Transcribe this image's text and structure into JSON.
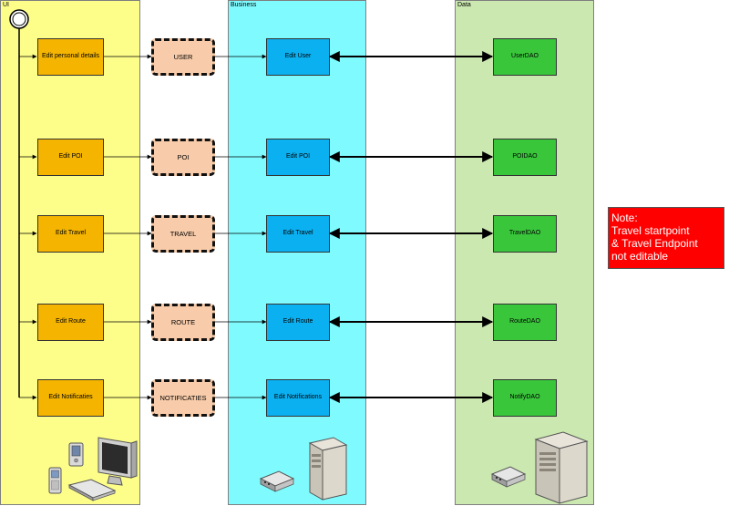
{
  "lanes": {
    "ui": "UI",
    "business": "Business",
    "data": "Data"
  },
  "ui_actions": [
    "Edit personal details",
    "Edit POI",
    "Edit Travel",
    "Edit Route",
    "Edit Notificaties"
  ],
  "entities": [
    "USER",
    "POI",
    "TRAVEL",
    "ROUTE",
    "NOTIFICATIES"
  ],
  "business_services": [
    "Edit User",
    "Edit POI",
    "Edit Travel",
    "Edit Route",
    "Edit Notifications"
  ],
  "daos": [
    "UserDAO",
    "POIDAO",
    "TravelDAO",
    "RouteDAO",
    "NotifyDAO"
  ],
  "note": {
    "line1": "Note:",
    "line2": "Travel startpoint",
    "line3": "& Travel Endpoint",
    "line4": "not editable"
  },
  "clipart": [
    "pda-icon",
    "desktop-computer-icon",
    "phone-icon",
    "keyboard-icon",
    "server-tower-icon",
    "network-switch-icon"
  ],
  "colors": {
    "ui_lane": "#fdfd8a",
    "business_lane": "#7ffbff",
    "data_lane": "#cbe8b0",
    "ui_box": "#f4b400",
    "entity": "#f8ccaa",
    "business_box": "#0bb0f0",
    "dao_box": "#39c63b",
    "note": "#ff0000"
  }
}
